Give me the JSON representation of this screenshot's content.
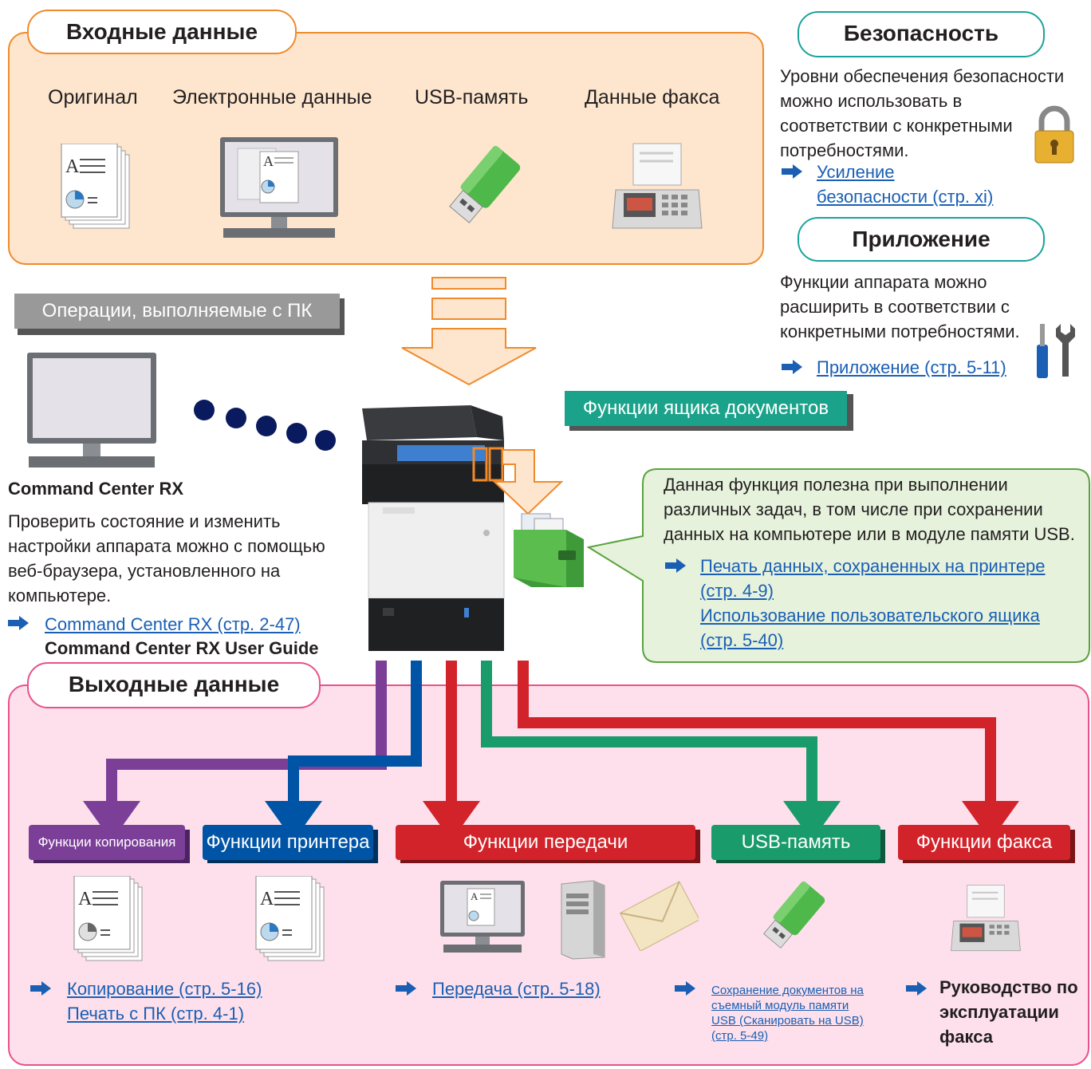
{
  "input": {
    "title": "Входные данные",
    "items": [
      "Оригинал",
      "Электронные данные",
      "USB-память",
      "Данные факса"
    ]
  },
  "security": {
    "title": "Безопасность",
    "text": [
      "Уровни обеспечения безопасности",
      "можно использовать в",
      "соответствии с конкретными",
      "потребностями."
    ],
    "link_lines": [
      "Усиление",
      "безопасности (стр. xi)"
    ]
  },
  "application": {
    "title": "Приложение",
    "text": [
      "Функции аппарата можно",
      "расширить в соответствии с",
      "конкретными потребностями."
    ],
    "link": "Приложение (стр. 5-11)"
  },
  "pc_ops": {
    "label": "Операции, выполняемые с ПК",
    "title": "Command Center RX",
    "text": [
      "Проверить состояние и изменить",
      "настройки аппарата можно с помощью",
      "веб-браузера, установленного на",
      "компьютере."
    ],
    "link": "Command Center RX (стр. 2-47)",
    "guide": "Command Center RX User Guide"
  },
  "doc_box": {
    "label": "Функции ящика документов",
    "text": [
      "Данная функция полезна при выполнении",
      "различных задач, в том числе при сохранении",
      "данных на компьютере или в модуле памяти USB."
    ],
    "links": [
      "Печать данных, сохраненных на принтере ",
      "(стр. 4-9)",
      "Использование пользовательского ящика ",
      "(стр. 5-40)"
    ]
  },
  "output": {
    "title": "Выходные данные",
    "boxes": [
      {
        "label": "Функции копирования",
        "color": "#7b3f98"
      },
      {
        "label": "Функции принтера",
        "color": "#0054a6"
      },
      {
        "label": "Функции передачи",
        "color": "#d2232a"
      },
      {
        "label": "USB-память",
        "color": "#1a9b6b"
      },
      {
        "label": "Функции факса",
        "color": "#d2232a"
      }
    ],
    "links_copy": [
      "Копирование (стр. 5-16)",
      "Печать с ПК (стр. 4-1)"
    ],
    "link_send": "Передача (стр. 5-18)",
    "link_usb": [
      "Сохранение документов на ",
      "съемный модуль памяти ",
      "USB (Сканировать на USB) ",
      "(стр. 5-49)"
    ],
    "fax_guide": [
      "Руководство по",
      "эксплуатации",
      "факса"
    ]
  },
  "icon_labels": {
    "doc_letter": "A"
  },
  "colors": {
    "input_bg": "#fde6cd",
    "input_border": "#f08a2c",
    "output_bg": "#fde0eb",
    "output_border": "#e8518a",
    "docbox_bg": "#e6f2dc",
    "docbox_border": "#5aa33f",
    "teal": "#1aa39a",
    "link": "#1a5fb4"
  }
}
